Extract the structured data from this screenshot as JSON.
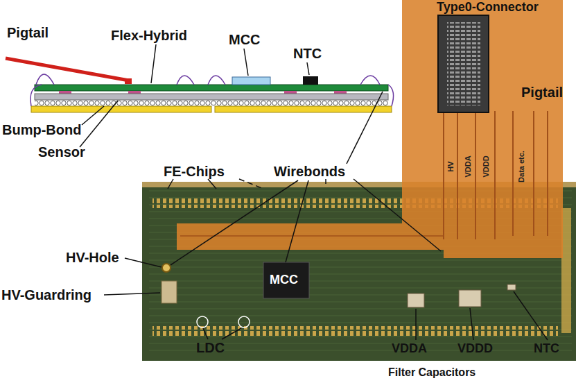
{
  "diagram": {
    "labels": [
      "Type0-Connector",
      "Pigtail",
      "Flex-Hybrid",
      "MCC",
      "NTC",
      "Pigtail",
      "Bump-Bond",
      "Sensor",
      "FE-Chips",
      "Wirebonds",
      "HV",
      "VDDA",
      "VDDD",
      "Data etc.",
      "HV-Hole",
      "MCC",
      "HV-Guardring",
      "LDC",
      "VDDA",
      "VDDD",
      "NTC",
      "Filter Capacitors"
    ]
  }
}
